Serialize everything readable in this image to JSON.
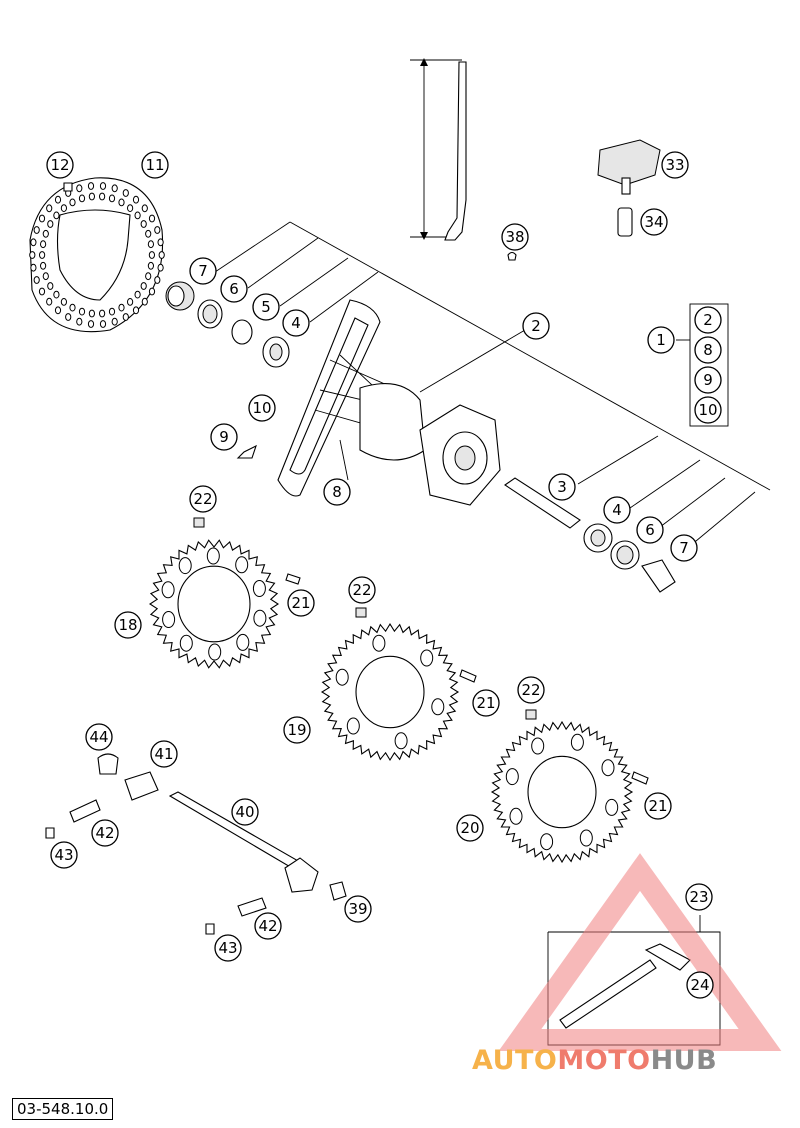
{
  "document_number": "03-548.10.0",
  "watermark": {
    "auto": "AUTO",
    "moto": "MOTO",
    "hub": "HUB",
    "accent_color": "#f08080"
  },
  "callouts": {
    "p1": "1",
    "p2": "2",
    "p3": "3",
    "p4": "4",
    "p5": "5",
    "p6": "6",
    "p7": "7",
    "p8": "8",
    "p9": "9",
    "p10": "10",
    "p11": "11",
    "p12": "12",
    "p18": "18",
    "p19": "19",
    "p20": "20",
    "p21": "21",
    "p22": "22",
    "p23": "23",
    "p24": "24",
    "p33": "33",
    "p34": "34",
    "p38": "38",
    "p39": "39",
    "p40": "40",
    "p41": "41",
    "p42": "42",
    "p43": "43",
    "p44": "44"
  }
}
